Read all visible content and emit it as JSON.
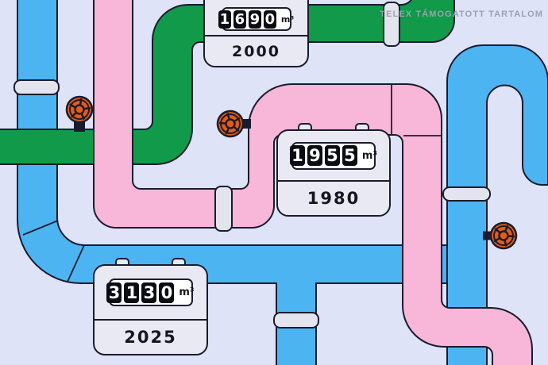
{
  "header": {
    "sponsored_label": "TELEX TÁMOGATOTT TARTALOM"
  },
  "meters": [
    {
      "name": "meter-2000",
      "reading": "1690",
      "unit": "m³",
      "year": "2000"
    },
    {
      "name": "meter-1980",
      "reading": "1955",
      "unit": "m³",
      "year": "1980"
    },
    {
      "name": "meter-2025",
      "reading": "3130",
      "unit": "m³",
      "year": "2025"
    }
  ],
  "valves": [
    {
      "name": "valve-on-green-pipe"
    },
    {
      "name": "valve-on-pink-pipe"
    },
    {
      "name": "valve-on-blue-pipe"
    }
  ],
  "colors": {
    "background": "#dee3f8",
    "outline": "#1a1c2e",
    "green": "#109a4a",
    "pink": "#f8b6d8",
    "blue": "#4db4f2",
    "orange": "#e65c17",
    "meter_body": "#e9e9f3",
    "collar": "#e4e4ee",
    "digit_bg": "#0c0d13",
    "digit_text": "#ffffff",
    "label_text": "#15161e",
    "sponsor_text": "#9aa3b1"
  }
}
